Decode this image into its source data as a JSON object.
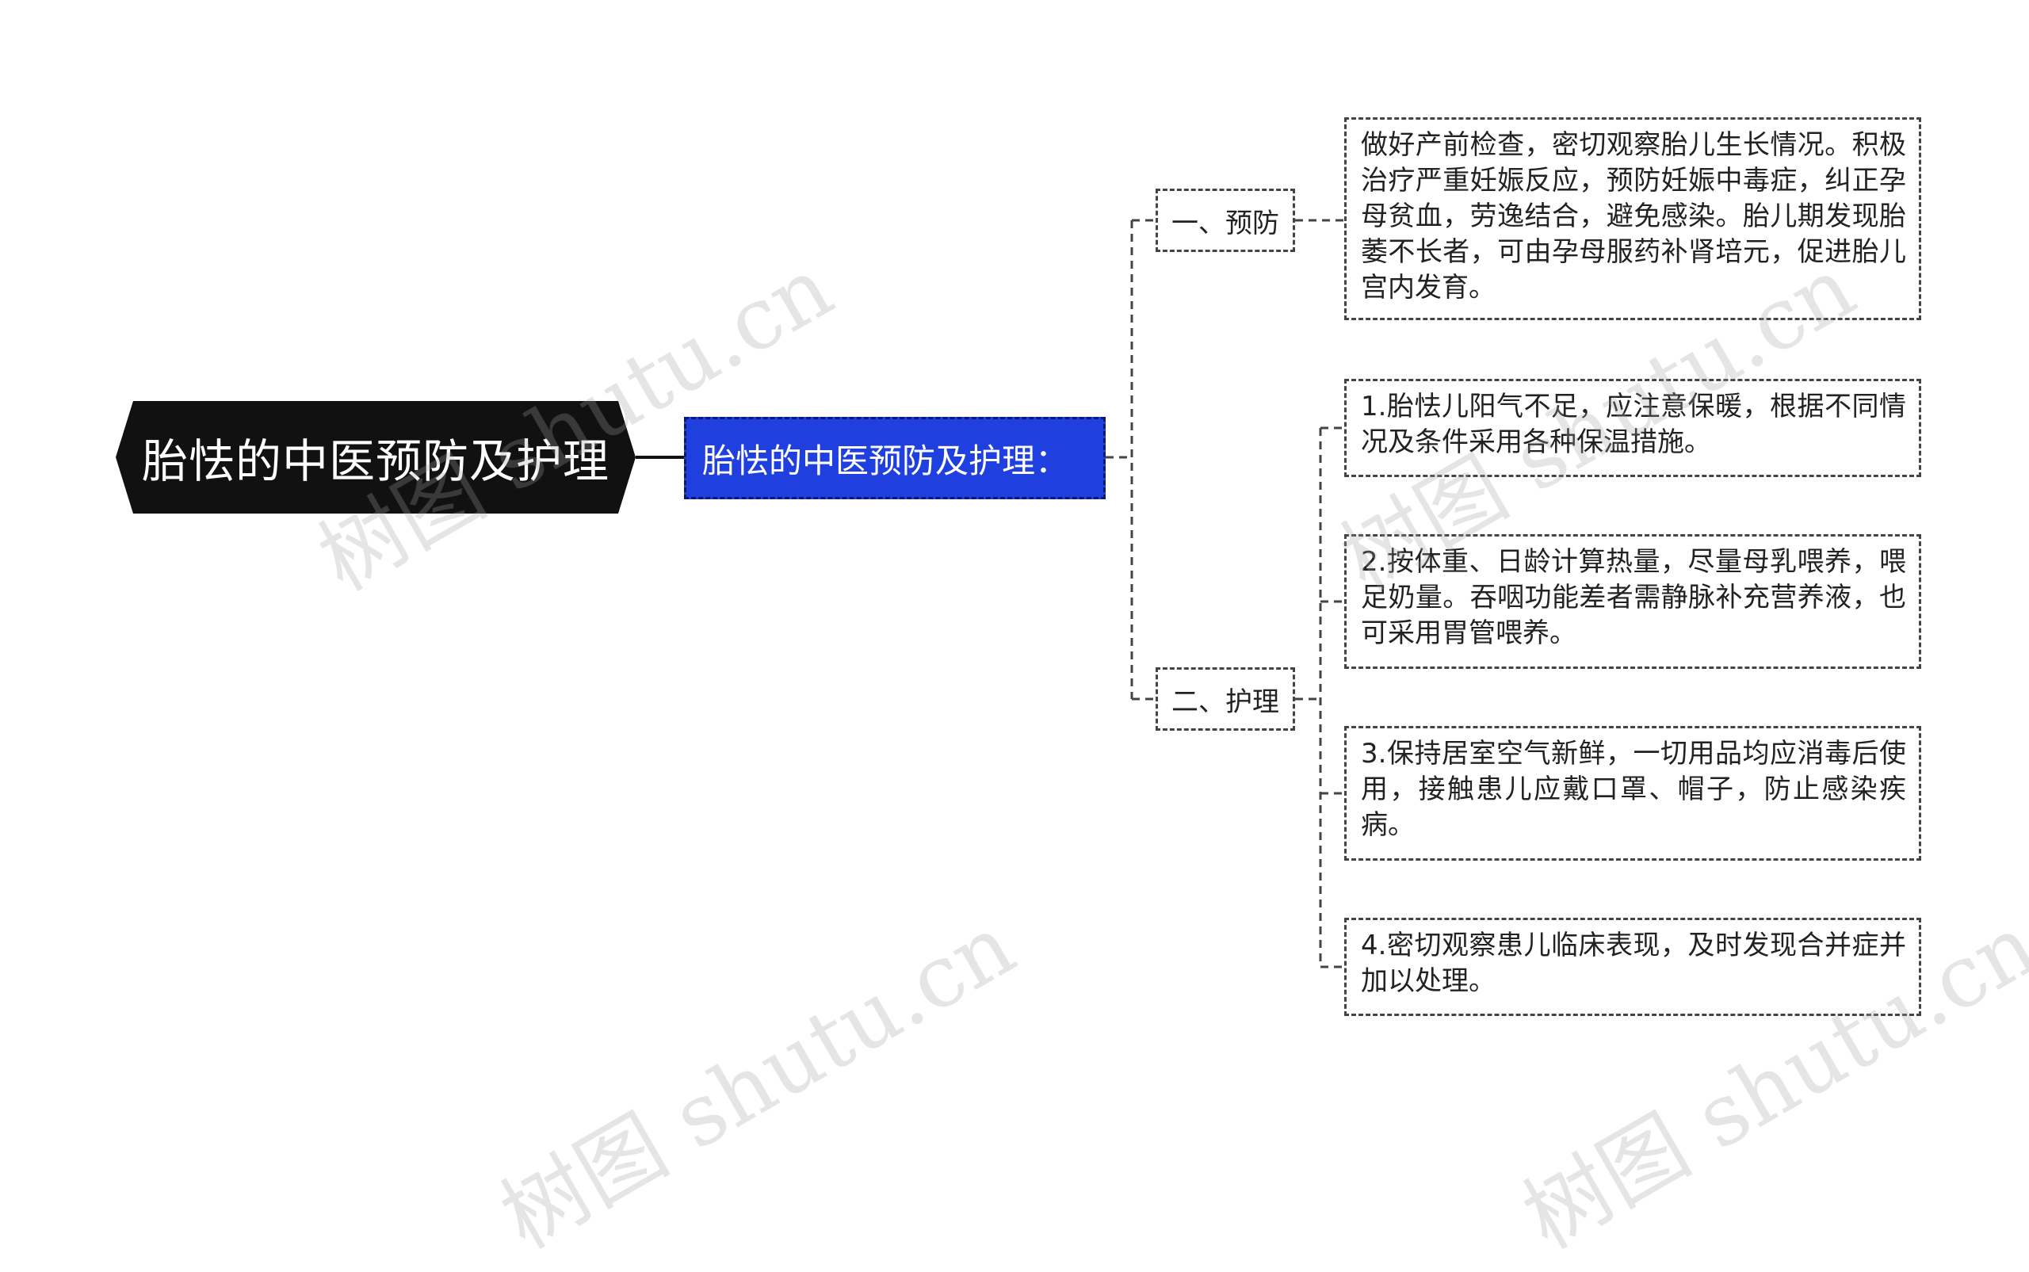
{
  "root": {
    "label": "胎怯的中医预防及护理",
    "fill_color": "#111111"
  },
  "subtopic": {
    "label": "胎怯的中医预防及护理：",
    "fill_color": "#1f3fdf"
  },
  "categories": [
    {
      "label": "一、预防",
      "items": [
        "做好产前检查，密切观察胎儿生长情况。积极治疗严重妊娠反应，预防妊娠中毒症，纠正孕母贫血，劳逸结合，避免感染。胎儿期发现胎萎不长者，可由孕母服药补肾培元，促进胎儿宫内发育。"
      ]
    },
    {
      "label": "二、护理",
      "items": [
        "1.胎怯儿阳气不足，应注意保暖，根据不同情况及条件采用各种保温措施。",
        "2.按体重、日龄计算热量，尽量母乳喂养，喂足奶量。吞咽功能差者需静脉补充营养液，也可采用胃管喂养。",
        "3.保持居室空气新鲜，一切用品均应消毒后使用，接触患儿应戴口罩、帽子，防止感染疾病。",
        "4.密切观察患儿临床表现，及时发现合并症并加以处理。"
      ]
    }
  ],
  "watermark": "树图 shutu.cn"
}
